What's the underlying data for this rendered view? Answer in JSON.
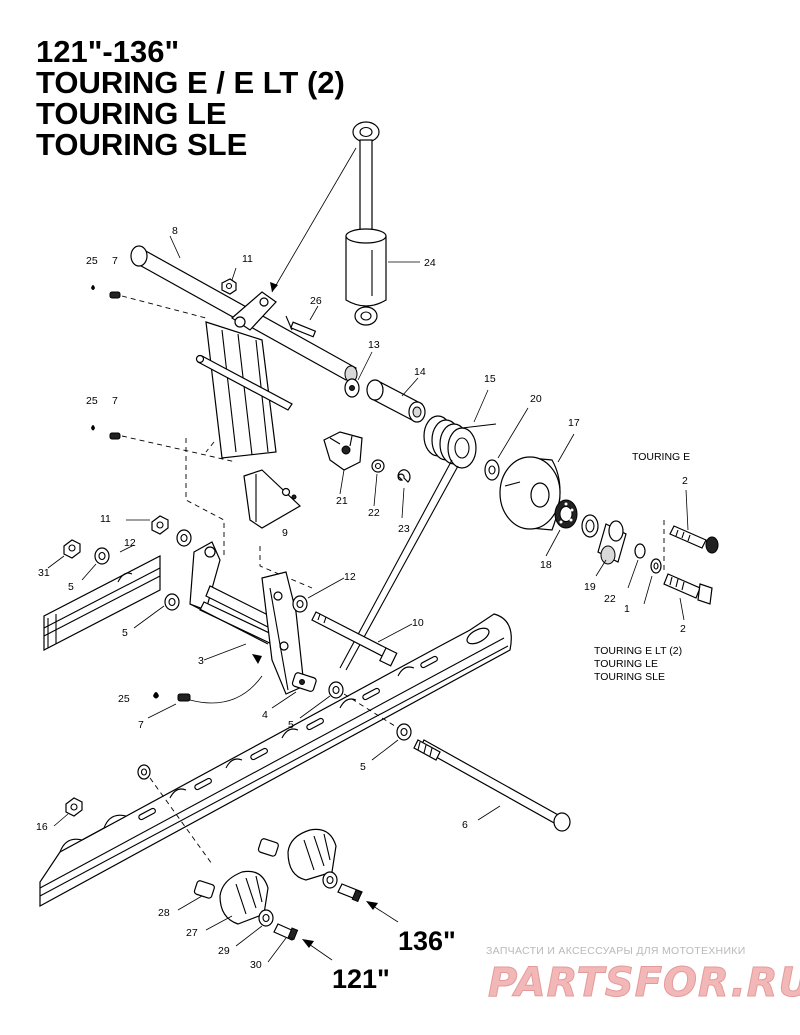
{
  "title_lines": [
    "121\"-136\"",
    "TOURING E / E LT (2)",
    "TOURING LE",
    "TOURING SLE"
  ],
  "variants": {
    "touring_e": "TOURING E",
    "others": [
      "TOURING E LT (2)",
      "TOURING LE",
      "TOURING SLE"
    ]
  },
  "length_labels": {
    "long": "136\"",
    "short": "121\""
  },
  "callouts": {
    "c1": "1",
    "c2a": "2",
    "c2b": "2",
    "c3": "3",
    "c4": "4",
    "c5a": "5",
    "c5b": "5",
    "c5c": "5",
    "c5d": "5",
    "c6": "6",
    "c7a": "7",
    "c7b": "7",
    "c7c": "7",
    "c8": "8",
    "c9": "9",
    "c10": "10",
    "c11a": "11",
    "c11b": "11",
    "c12a": "12",
    "c12b": "12",
    "c13": "13",
    "c14": "14",
    "c15": "15",
    "c16": "16",
    "c17": "17",
    "c18": "18",
    "c19": "19",
    "c20": "20",
    "c21": "21",
    "c22a": "22",
    "c22b": "22",
    "c23": "23",
    "c24": "24",
    "c25a": "25",
    "c25b": "25",
    "c25c": "25",
    "c26": "26",
    "c27": "27",
    "c28": "28",
    "c29": "29",
    "c30": "30",
    "c31": "31"
  },
  "watermark": {
    "tagline": "ЗАПЧАСТИ И АКСЕССУАРЫ ДЛЯ МОТОТЕХНИКИ",
    "logo": "PARTSFOR.RU"
  }
}
